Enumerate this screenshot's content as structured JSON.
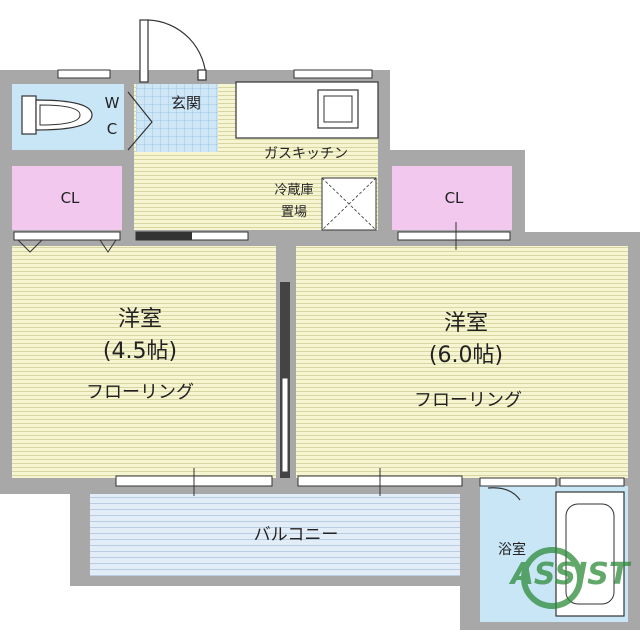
{
  "plan": {
    "entrance": "玄関",
    "wc_w": "W",
    "wc_c": "C",
    "kitchen": "ガスキッチン",
    "fridge_line1": "冷蔵庫",
    "fridge_line2": "置場",
    "closet_left": "CL",
    "closet_right": "CL",
    "room_left_name": "洋室",
    "room_left_size": "(4.5帖)",
    "room_left_floor": "フローリング",
    "room_right_name": "洋室",
    "room_right_size": "(6.0帖)",
    "room_right_floor": "フローリング",
    "balcony": "バルコニー",
    "bath": "浴室",
    "watermark": "ASSIST"
  },
  "colors": {
    "room_fill": "#f3f2c8",
    "closet_fill": "#f2c8ee",
    "wet_fill": "#c9e6f7",
    "wall": "#9a9a9a",
    "balcony_fill": "#dfeaf6",
    "watermark": "#2e8b3a"
  }
}
